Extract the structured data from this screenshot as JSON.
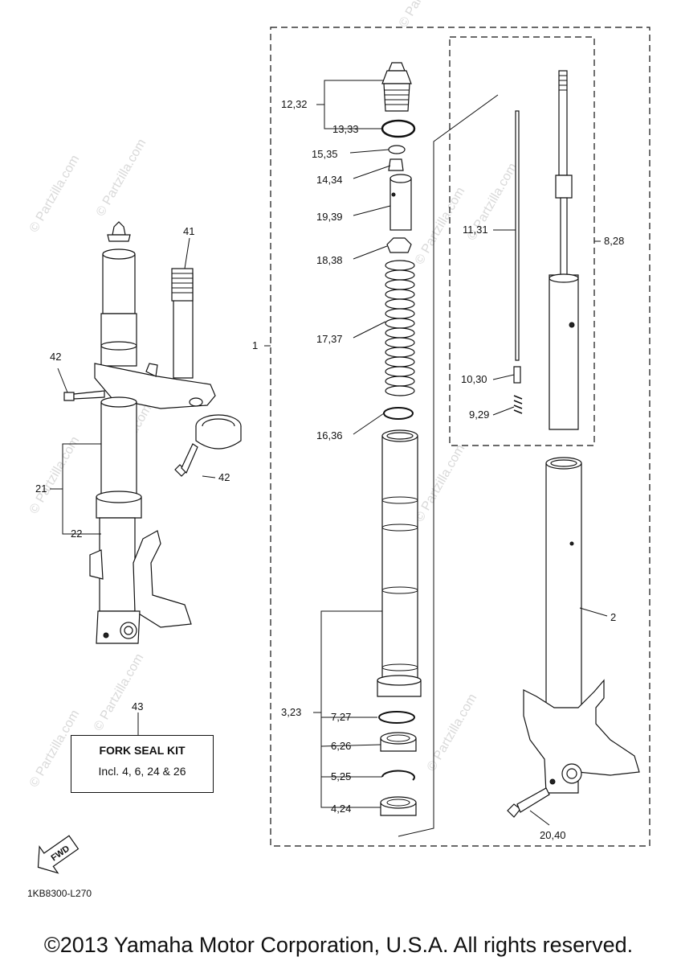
{
  "watermark": "© Partzilla.com",
  "callouts": {
    "c1": "1",
    "c2": "2",
    "c3_23": "3,23",
    "c4_24": "4,24",
    "c5_25": "5,25",
    "c6_26": "6,26",
    "c7_27": "7,27",
    "c8_28": "8,28",
    "c9_29": "9,29",
    "c10_30": "10,30",
    "c11_31": "11,31",
    "c12_32": "12,32",
    "c13_33": "13,33",
    "c14_34": "14,34",
    "c15_35": "15,35",
    "c16_36": "16,36",
    "c17_37": "17,37",
    "c18_38": "18,38",
    "c19_39": "19,39",
    "c20_40": "20,40",
    "c21": "21",
    "c22": "22",
    "c41": "41",
    "c42a": "42",
    "c42b": "42",
    "c43": "43"
  },
  "kit": {
    "title": "FORK SEAL KIT",
    "description": "Incl. 4, 6, 24 & 26"
  },
  "fwd_label": "FWD",
  "diagram_code": "1KB8300-L270",
  "copyright": "©2013 Yamaha Motor Corporation, U.S.A. All rights reserved."
}
